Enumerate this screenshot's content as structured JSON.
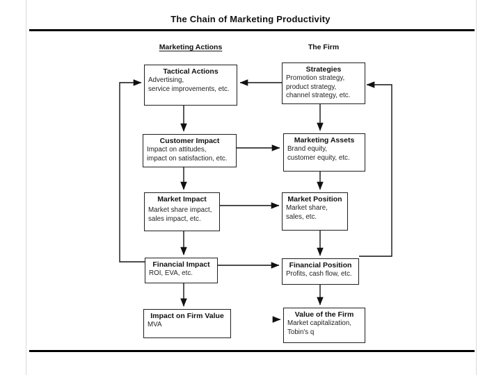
{
  "slide": {
    "title": "The Chain of Marketing Productivity"
  },
  "columns": {
    "left": {
      "header": "Marketing Actions",
      "boxes": [
        {
          "title": "Tactical Actions",
          "lines": [
            "Advertising,",
            "service improvements, etc."
          ]
        },
        {
          "title": "Customer Impact",
          "lines": [
            "Impact on attitudes,",
            "impact on satisfaction, etc."
          ]
        },
        {
          "title": "Market Impact",
          "lines": [
            "Market share impact,",
            "sales impact, etc."
          ]
        },
        {
          "title": "Financial Impact",
          "lines": [
            "ROI, EVA, etc."
          ]
        },
        {
          "title": "Impact on Firm Value",
          "lines": [
            "MVA"
          ]
        }
      ]
    },
    "right": {
      "header": "The Firm",
      "boxes": [
        {
          "title": "Strategies",
          "lines": [
            "Promotion strategy,",
            "product strategy,",
            "channel strategy, etc."
          ]
        },
        {
          "title": "Marketing Assets",
          "lines": [
            "Brand equity,",
            "customer equity, etc."
          ]
        },
        {
          "title": "Market Position",
          "lines": [
            "Market share,",
            "sales, etc."
          ]
        },
        {
          "title": "Financial Position",
          "lines": [
            "Profits, cash flow, etc."
          ]
        },
        {
          "title": "Value of the Firm",
          "lines": [
            "Market capitalization,",
            "Tobin's q"
          ]
        }
      ]
    }
  },
  "colors": {
    "ink": "#111111",
    "rule": "#000000",
    "background": "#ffffff"
  }
}
